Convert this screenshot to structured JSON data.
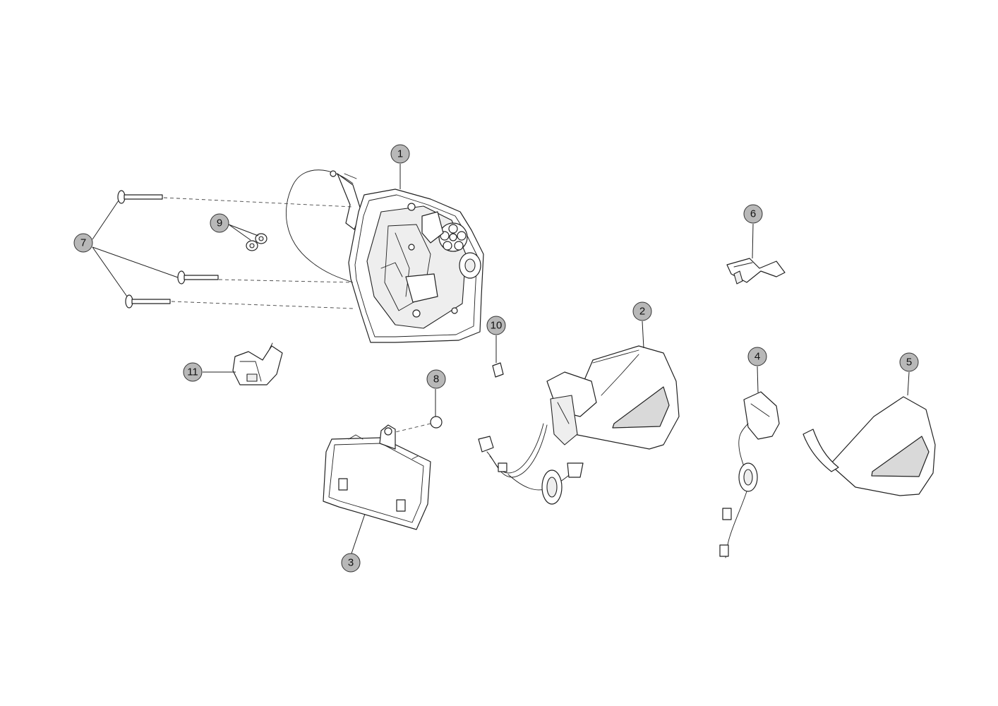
{
  "callouts": [
    {
      "id": "1",
      "label": "1"
    },
    {
      "id": "2",
      "label": "2"
    },
    {
      "id": "3",
      "label": "3"
    },
    {
      "id": "4",
      "label": "4"
    },
    {
      "id": "5",
      "label": "5"
    },
    {
      "id": "6",
      "label": "6"
    },
    {
      "id": "7",
      "label": "7"
    },
    {
      "id": "8",
      "label": "8"
    },
    {
      "id": "9",
      "label": "9"
    },
    {
      "id": "10",
      "label": "10"
    },
    {
      "id": "11",
      "label": "11"
    }
  ],
  "colors": {
    "callout_fill": "#b8b8b8",
    "line": "#222222",
    "background": "#ffffff"
  }
}
